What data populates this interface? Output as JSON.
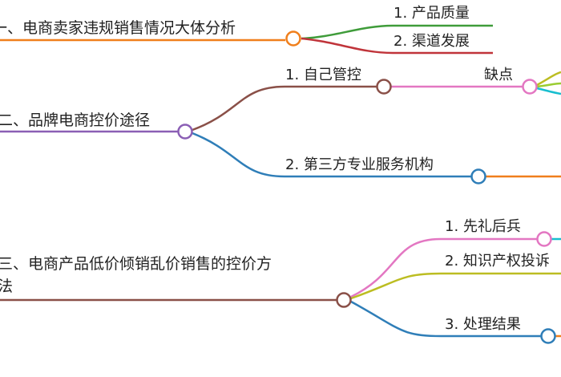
{
  "colors": {
    "background": "#ffffff",
    "text": "#222222",
    "branch1": "#f07f1c",
    "branch2": "#8b5fb5",
    "branch3": "#8a5048",
    "child_green": "#3f9c3a",
    "child_red": "#c0343a",
    "child_brown": "#8a5048",
    "child_blue": "#2f7eb8",
    "child_orange": "#f07f1c",
    "child_pink": "#e377c2",
    "child_olive": "#bcbd22",
    "child_cyan": "#17becf",
    "grandchild_lime": "#9acd32"
  },
  "mindmap": {
    "branches": [
      {
        "label": "一、电商卖家违规销售情况大体分析",
        "children": [
          {
            "label": "1. 产品质量"
          },
          {
            "label": "2. 渠道发展"
          }
        ]
      },
      {
        "label": "二、品牌电商控价途径",
        "children": [
          {
            "label": "1. 自己管控",
            "children": [
              {
                "label": "缺点"
              }
            ]
          },
          {
            "label": "2. 第三方专业服务机构"
          }
        ]
      },
      {
        "label": "三、电商产品低价倾销乱价销售的控价方",
        "label_line2": "法",
        "children": [
          {
            "label": "1. 先礼后兵"
          },
          {
            "label": "2. 知识产权投诉"
          },
          {
            "label": "3. 处理结果"
          }
        ]
      }
    ]
  }
}
